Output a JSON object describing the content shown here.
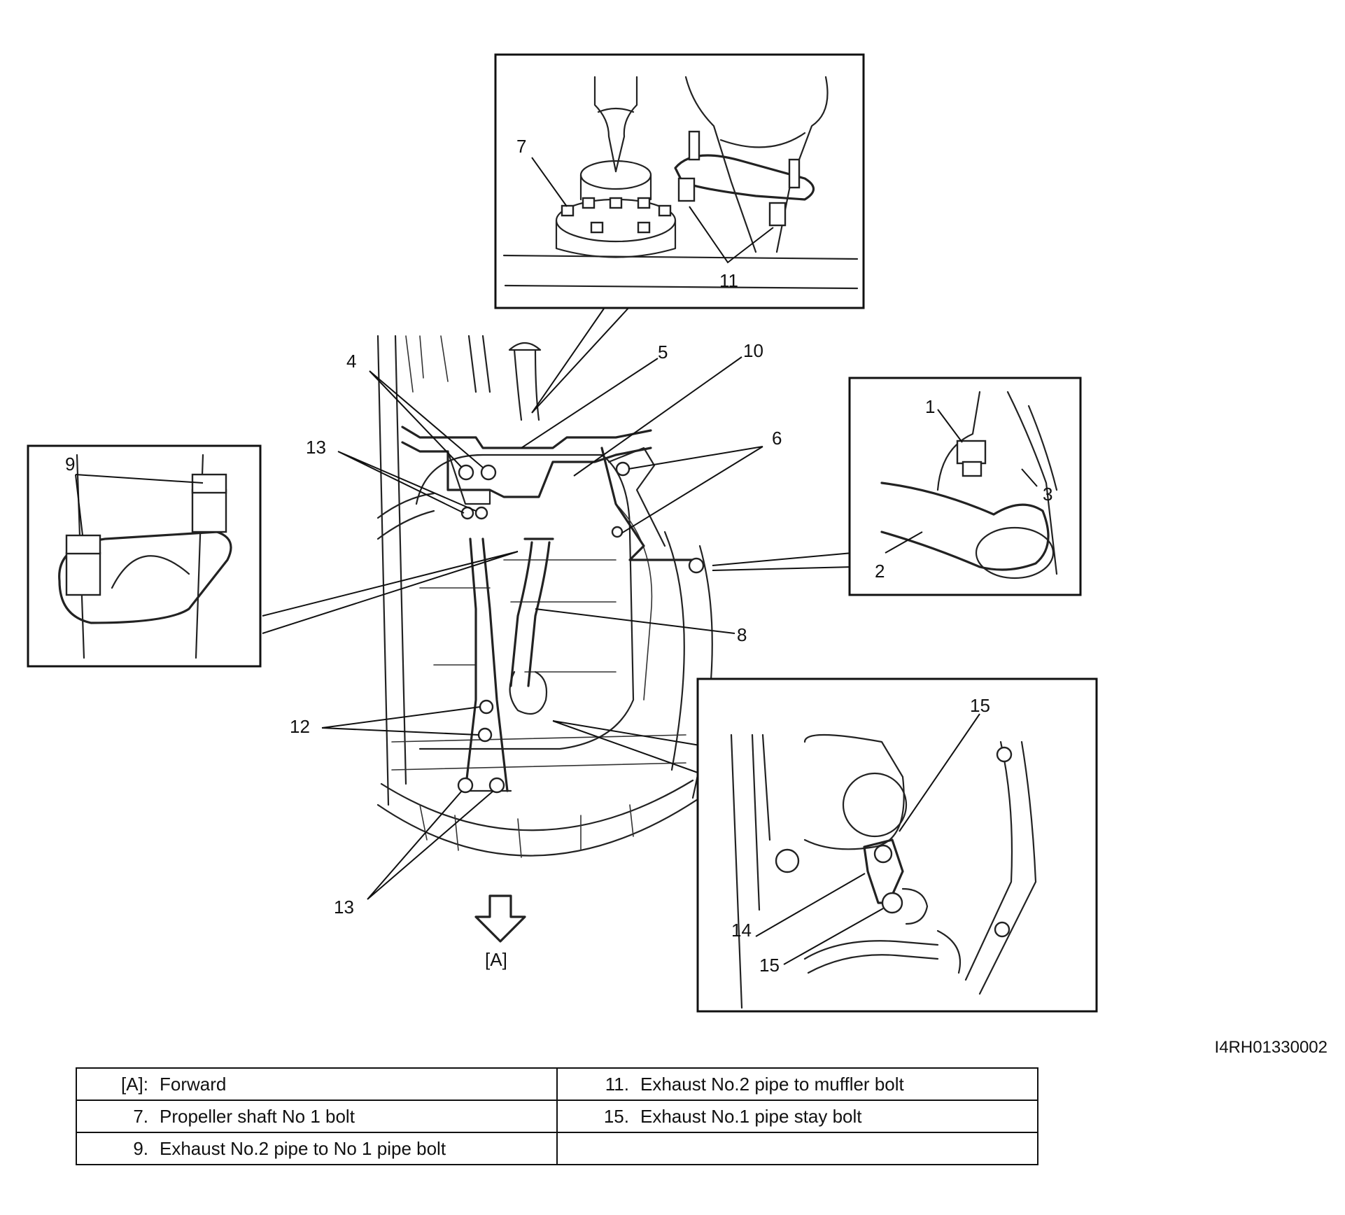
{
  "callouts": {
    "c1": "1",
    "c2": "2",
    "c3": "3",
    "c4": "4",
    "c5": "5",
    "c6": "6",
    "c7": "7",
    "c8": "8",
    "c9": "9",
    "c10": "10",
    "c11": "11",
    "c12": "12",
    "c13a": "13",
    "c13b": "13",
    "c14": "14",
    "c15a": "15",
    "c15b": "15",
    "forward": "[A]"
  },
  "image_code": "I4RH01330002",
  "legend": [
    [
      {
        "key": "[A]:",
        "text": "Forward"
      },
      {
        "key": "11.",
        "text": "Exhaust No.2 pipe to muffler bolt"
      }
    ],
    [
      {
        "key": "7.",
        "text": "Propeller shaft No 1 bolt"
      },
      {
        "key": "15.",
        "text": "Exhaust No.1 pipe stay bolt"
      }
    ],
    [
      {
        "key": "9.",
        "text": "Exhaust No.2 pipe to No 1 pipe bolt"
      },
      {
        "key": "",
        "text": ""
      }
    ]
  ]
}
